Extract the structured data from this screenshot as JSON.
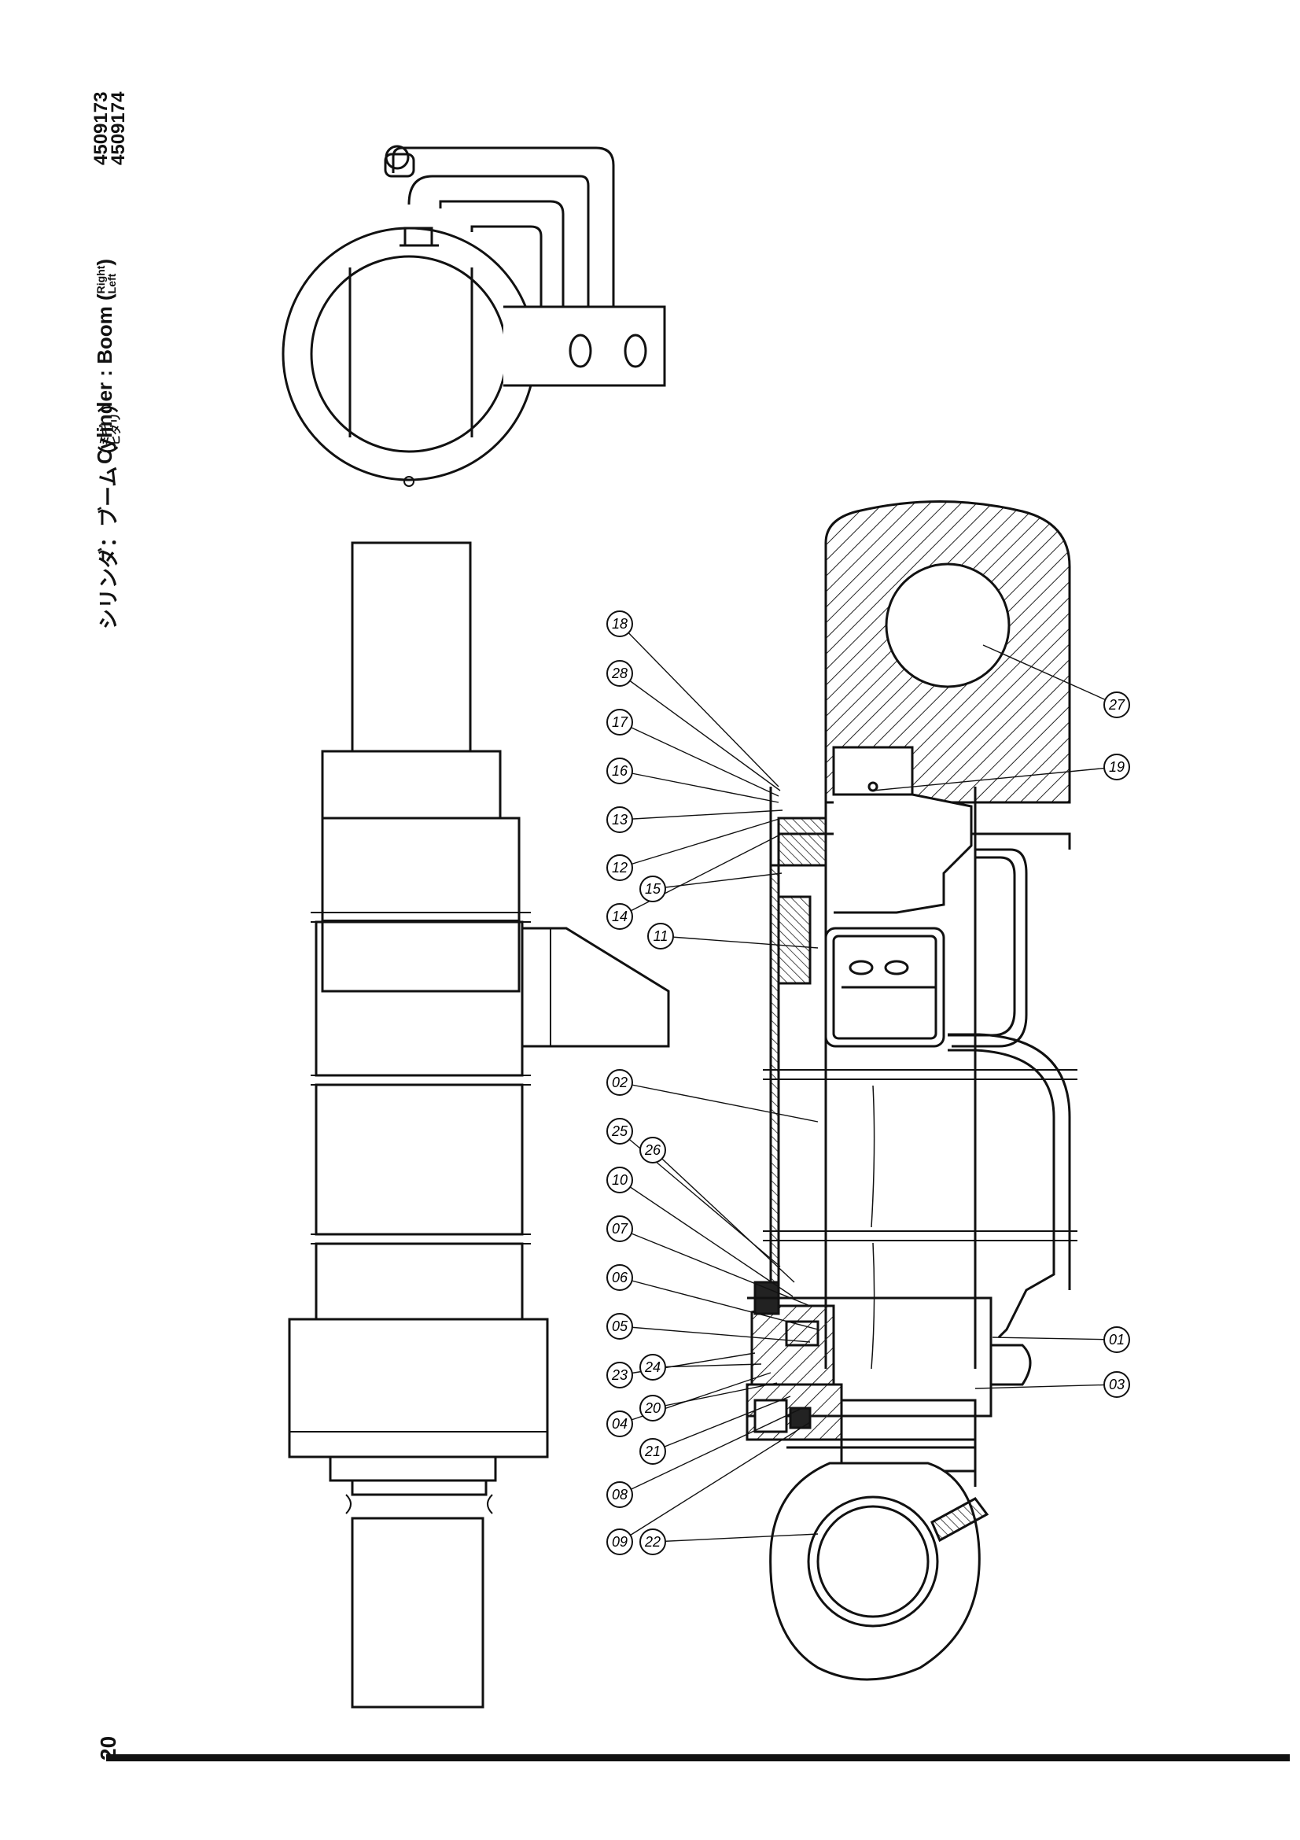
{
  "header": {
    "title_jp": "シリンダ：ブーム（",
    "title_jp_stack_top": "ミギ",
    "title_jp_stack_bottom": "ヒダリ",
    "title_jp_close": "）",
    "title_en": "Cylinder : Boom (",
    "title_en_stack_top": "Right",
    "title_en_stack_bottom": "Left",
    "title_en_close": ")",
    "part_numbers": [
      "4509173",
      "4509174"
    ]
  },
  "page_number": "20",
  "callouts": [
    "18",
    "28",
    "17",
    "16",
    "13",
    "12",
    "14",
    "15",
    "11",
    "02",
    "25",
    "26",
    "10",
    "07",
    "06",
    "05",
    "23",
    "24",
    "04",
    "20",
    "21",
    "08",
    "09",
    "22",
    "27",
    "19",
    "01",
    "03"
  ]
}
